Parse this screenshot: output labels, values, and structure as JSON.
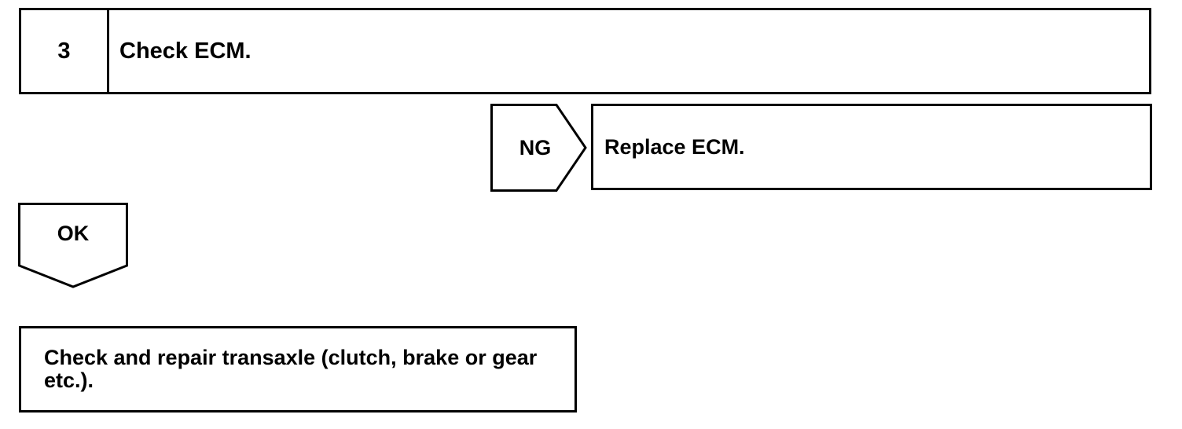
{
  "step": {
    "number": "3",
    "title": "Check ECM."
  },
  "ng_branch": {
    "label": "NG",
    "action": "Replace ECM."
  },
  "ok_branch": {
    "label": "OK",
    "action": "Check and repair transaxle (clutch, brake or gear etc.)."
  }
}
